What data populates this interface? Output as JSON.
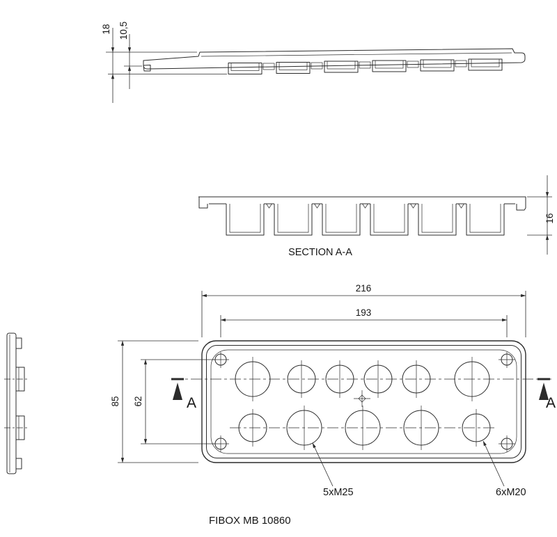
{
  "drawing": {
    "part_number": "FIBOX MB 10860",
    "section_title": "SECTION A-A",
    "cut_letter": "A"
  },
  "dimensions_mm": {
    "overall_width": "216",
    "screw_span_width": "193",
    "overall_height": "85",
    "screw_span_height": "62",
    "profile_total_height": "18",
    "profile_flange_height": "10,5",
    "section_depth": "16"
  },
  "hole_labels": {
    "m25_count": "5xM25",
    "m20_count": "6xM20"
  },
  "colors": {
    "line": "#2b2b2b",
    "background": "#ffffff"
  }
}
